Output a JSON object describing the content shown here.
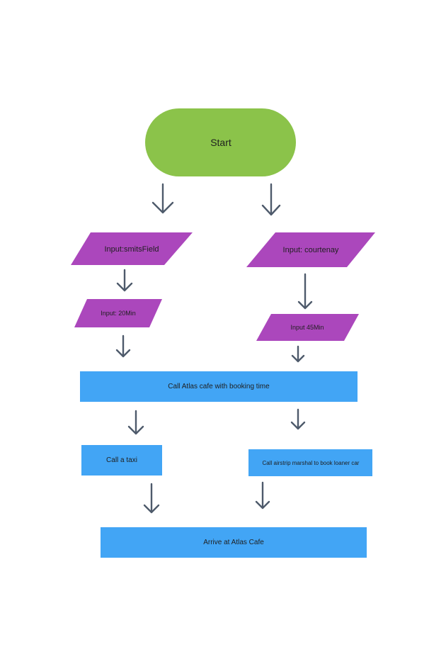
{
  "nodes": {
    "start": {
      "label": "Start",
      "color": "#8bc34a"
    },
    "input_smitsfield": {
      "label": "Input:smitsField",
      "color": "#ab47bc"
    },
    "input_courtenay": {
      "label": "Input: courtenay",
      "color": "#ab47bc"
    },
    "input_20min": {
      "label": "Input: 20Min",
      "color": "#ab47bc"
    },
    "input_45min": {
      "label": "Input 45Min",
      "color": "#ab47bc"
    },
    "call_atlas": {
      "label": "Call Atlas cafe with booking time",
      "color": "#42a5f5"
    },
    "call_taxi": {
      "label": "Call a taxi",
      "color": "#42a5f5"
    },
    "call_marshal": {
      "label": "Call airstrip marshal to book loaner car",
      "color": "#42a5f5"
    },
    "arrive": {
      "label": "Arrive at Atlas Cafe",
      "color": "#42a5f5"
    }
  },
  "connector_color": "#4e5a6b"
}
